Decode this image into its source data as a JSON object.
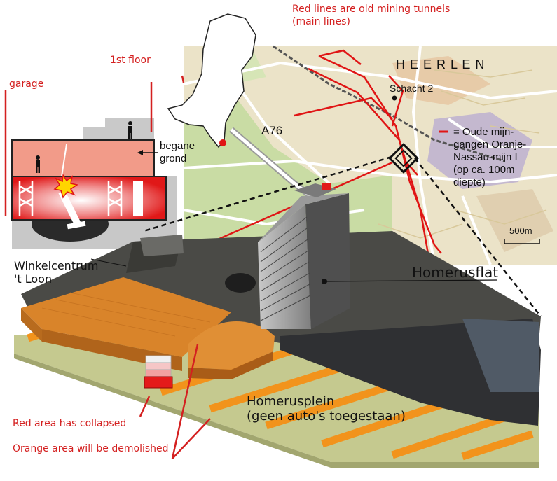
{
  "annotations": {
    "tunnels": "Red lines are old mining tunnels",
    "tunnels_sub": "(main lines)",
    "first_floor": "1st floor",
    "garage": "garage",
    "collapsed": "Red area has collapsed",
    "demolished": "Orange area will be demolished"
  },
  "map": {
    "city": "H E E R L E N",
    "shaft": "Schacht 2",
    "road": "A76",
    "legend_line1": "= Oude mijn-",
    "legend_line2": "gangen Oranje-",
    "legend_line3": "Nassau-mijn I",
    "legend_line4": "(op ca. 100m",
    "legend_line5": "diepte)",
    "scale": "500m"
  },
  "section": {
    "ground_line1": "begane",
    "ground_line2": "grond"
  },
  "site": {
    "mall_line1": "Winkelcentrum",
    "mall_line2": "'t Loon",
    "flat": "Homerusflat",
    "square_line1": "Homerusplein",
    "square_line2": "(geen auto's toegestaan)"
  },
  "colors": {
    "annotation_red": "#d42020",
    "tunnel_red": "#e01515",
    "demolish_orange": "#d9842a",
    "collapse_red": "#e41a1a"
  }
}
